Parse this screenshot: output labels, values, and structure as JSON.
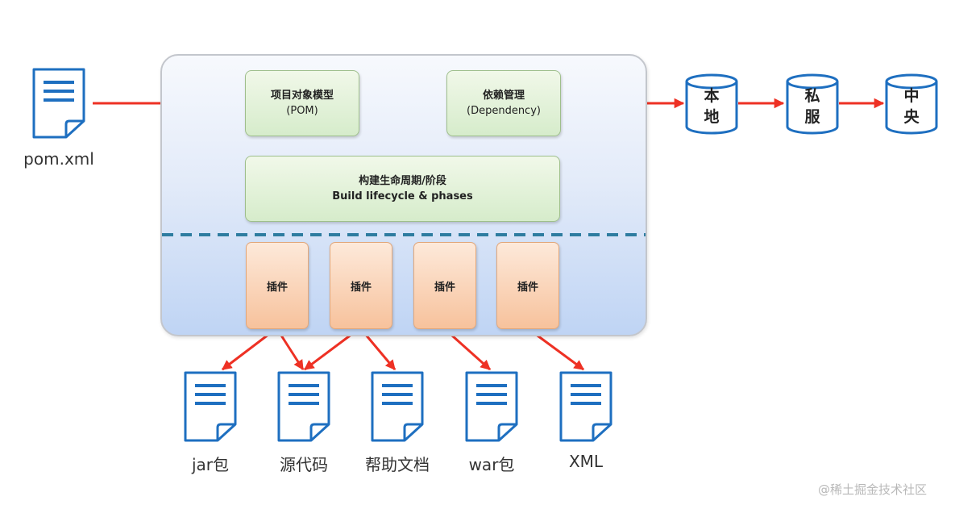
{
  "pom_file": {
    "label": "pom.xml",
    "icon": "document-icon"
  },
  "pom_model": {
    "line1": "项目对象模型",
    "line2": "(POM)"
  },
  "dependency": {
    "line1": "依赖管理",
    "line2": "(Dependency)"
  },
  "lifecycle": {
    "line1": "构建生命周期/阶段",
    "line2": "Build lifecycle & phases"
  },
  "plugins": [
    "插件",
    "插件",
    "插件",
    "插件"
  ],
  "repositories": [
    {
      "line1": "本",
      "line2": "地",
      "icon": "database-icon"
    },
    {
      "line1": "私",
      "line2": "服",
      "icon": "database-icon"
    },
    {
      "line1": "中",
      "line2": "央",
      "icon": "database-icon"
    }
  ],
  "outputs": [
    "jar包",
    "源代码",
    "帮助文档",
    "war包",
    "XML"
  ],
  "watermark": "@稀土掘金技术社区",
  "colors": {
    "arrow": "#ee3124",
    "icon_blue": "#1e6fc0",
    "dashed_line": "#2e7ca0"
  }
}
